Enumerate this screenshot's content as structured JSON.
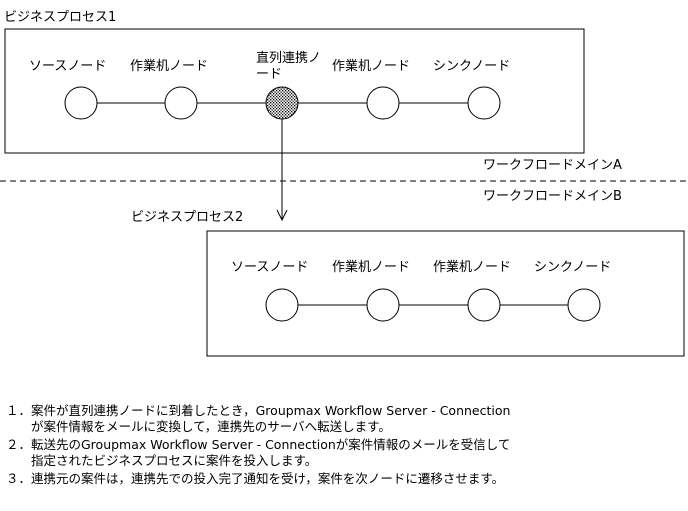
{
  "domain_b_label": "ワークフロードメインB",
  "domain_a_label": "ワークフロードメインA",
  "process1": {
    "title": "ビジネスプロセス1",
    "nodes": [
      {
        "label": "ソースノード"
      },
      {
        "label": "作業机ノード"
      },
      {
        "label_line1": "直列連携ノ",
        "label_line2": "ード",
        "hatched": true
      },
      {
        "label": "作業机ノード"
      },
      {
        "label": "シンクノード"
      }
    ]
  },
  "process2": {
    "title": "ビジネスプロセス2",
    "nodes": [
      {
        "label": "ソースノード"
      },
      {
        "label": "作業机ノード"
      },
      {
        "label": "作業机ノード"
      },
      {
        "label": "シンクノード"
      }
    ]
  },
  "notes": [
    "１．案件が直列連携ノードに到着したとき，Groupmax Workflow Server - Connection",
    "　　が案件情報をメールに変換して，連携先のサーバへ転送します。",
    "２．転送先のGroupmax Workflow Server - Connectionが案件情報のメールを受信して",
    "　　指定されたビジネスプロセスに案件を投入します。",
    "３．連携元の案件は，連携先での投入完了通知を受け，案件を次ノードに遷移させます。"
  ]
}
